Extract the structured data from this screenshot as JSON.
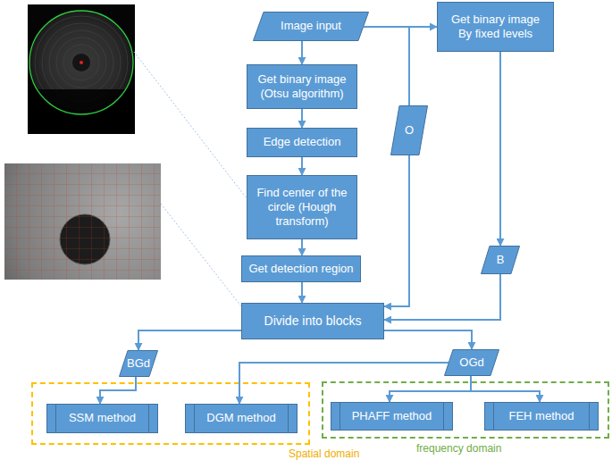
{
  "diagram": {
    "nodes": [
      {
        "text": [
          "Image input"
        ]
      },
      {
        "text": [
          "Get binary image By fixed levels"
        ]
      },
      {
        "text": [
          "Get binary image (Otsu algorithm)"
        ]
      },
      {
        "text": [
          "Edge detection"
        ]
      },
      {
        "text": [
          "Find center of the circle (Hough transform)"
        ]
      },
      {
        "text": [
          "O"
        ]
      },
      {
        "text": [
          "B"
        ]
      },
      {
        "text": [
          "Get detection region"
        ]
      },
      {
        "text": [
          "Divide into blocks"
        ]
      },
      {
        "text": [
          "BGd"
        ]
      },
      {
        "text": [
          "OGd"
        ]
      },
      {
        "text": [
          "Spatial domain"
        ]
      },
      {
        "text": [
          "SSM method"
        ],
        "in": 11
      },
      {
        "text": [
          "DGM method"
        ],
        "in": 11
      },
      {
        "text": [
          "frequency domain"
        ]
      },
      {
        "text": [
          "PHAFF method"
        ],
        "in": 14
      },
      {
        "text": [
          "FEH method"
        ],
        "in": 14
      }
    ],
    "edges": [
      {
        "from": 0,
        "to": 2,
        "arrow": "to"
      },
      {
        "from": 0,
        "to": 1,
        "arrow": "to"
      },
      {
        "from": 0,
        "to": 5,
        "arrow": "none"
      },
      {
        "from": 5,
        "to": 8,
        "arrow": "to"
      },
      {
        "from": 1,
        "to": 6,
        "arrow": "to"
      },
      {
        "from": 6,
        "to": 8,
        "arrow": "to"
      },
      {
        "from": 2,
        "to": 3,
        "arrow": "to"
      },
      {
        "from": 3,
        "to": 4,
        "arrow": "to"
      },
      {
        "from": 4,
        "to": 7,
        "arrow": "to"
      },
      {
        "from": 7,
        "to": 8,
        "arrow": "to"
      },
      {
        "from": 8,
        "to": 9,
        "arrow": "to"
      },
      {
        "from": 8,
        "to": 10,
        "arrow": "to"
      },
      {
        "from": 9,
        "to": 12,
        "arrow": "to"
      },
      {
        "from": 10,
        "to": 13,
        "arrow": "to"
      },
      {
        "from": 10,
        "to": 15,
        "arrow": "to"
      },
      {
        "from": 10,
        "to": 16,
        "arrow": "to"
      }
    ]
  }
}
